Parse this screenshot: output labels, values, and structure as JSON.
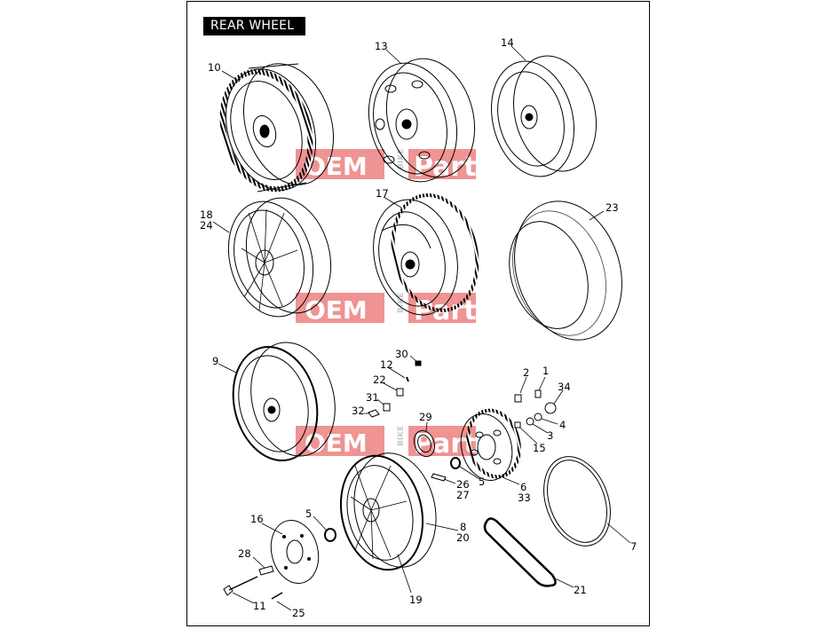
{
  "diagram": {
    "title": "REAR WHEEL",
    "watermark": {
      "brand": "OEM",
      "middle": "BIKE",
      "suffix": "Parts",
      "color": "#e23c3c",
      "gray": "#9a9a9a"
    },
    "callouts": {
      "c10": "10",
      "c13": "13",
      "c14": "14",
      "c18": "18",
      "c24": "24",
      "c17": "17",
      "c23": "23",
      "c9": "9",
      "c30": "30",
      "c12": "12",
      "c22": "22",
      "c31": "31",
      "c32": "32",
      "c29": "29",
      "c2": "2",
      "c1": "1",
      "c34": "34",
      "c4": "4",
      "c3": "3",
      "c15": "15",
      "c5a": "5",
      "c26": "26",
      "c27": "27",
      "c6": "6",
      "c33": "33",
      "c16": "16",
      "c5b": "5",
      "c8": "8",
      "c20": "20",
      "c7": "7",
      "c28": "28",
      "c11": "11",
      "c25": "25",
      "c19": "19",
      "c21": "21"
    }
  }
}
